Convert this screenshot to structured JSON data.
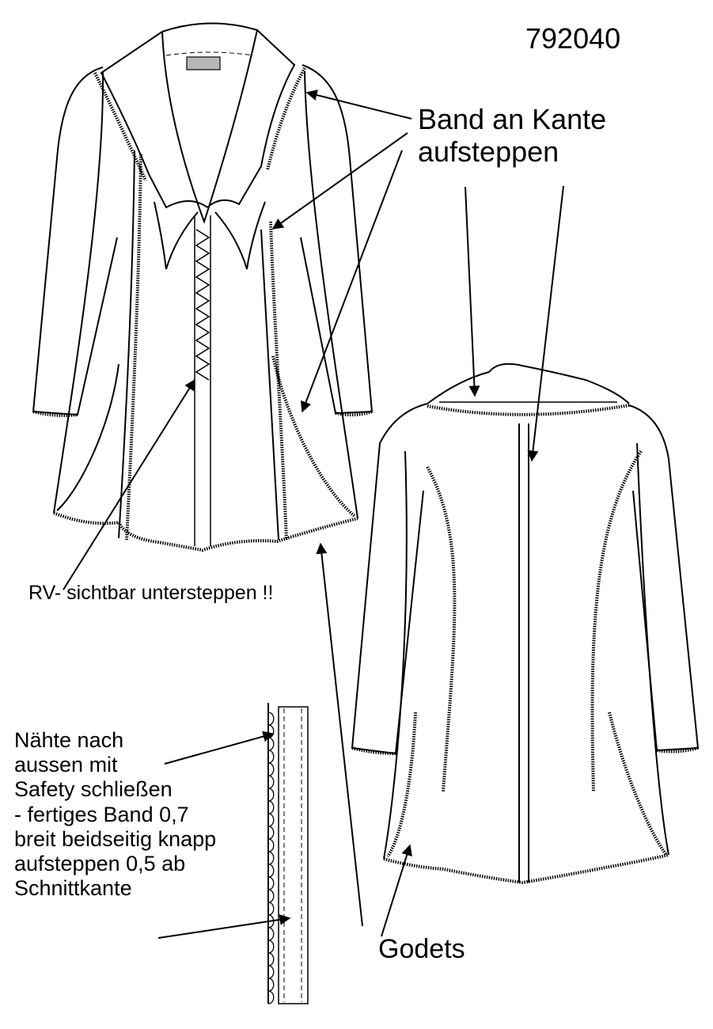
{
  "style_number": "792040",
  "annotations": {
    "band_label": "Band an Kante\naufsteppen",
    "zipper_label": "RV- sichtbar untersteppen !!",
    "seam_label": "Nähte nach\naussen mit\nSafety schließen\n- fertiges Band 0,7\nbreit beidseitig knapp\naufsteppen 0,5 ab\nSchnittkante",
    "godets_label": "Godets"
  },
  "colors": {
    "line": "#000000",
    "background": "#ffffff",
    "label_patch": "#b8b8b8"
  }
}
